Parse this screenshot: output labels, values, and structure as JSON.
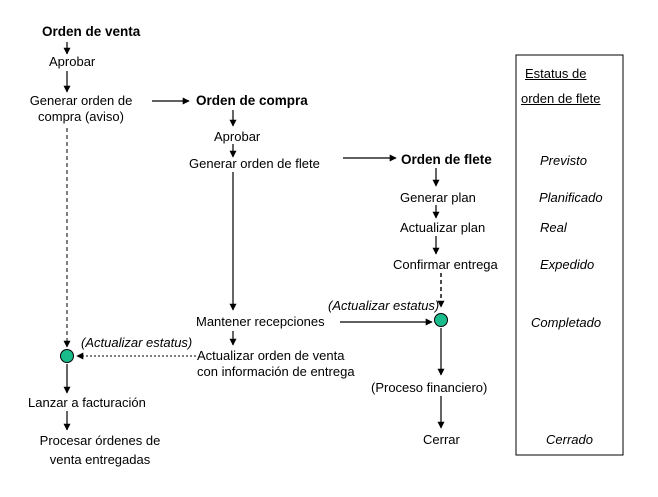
{
  "sales": {
    "title": "Orden de venta",
    "approve": "Aprobar",
    "generate_po_line1": "Generar orden de",
    "generate_po_line2": "compra (aviso)",
    "update_status": "(Actualizar estatus)",
    "invoice": "Lanzar a facturación",
    "process_line1": "Procesar órdenes de",
    "process_line2": "venta entregadas"
  },
  "purchase": {
    "title": "Orden de compra",
    "approve": "Aprobar",
    "generate_freight": "Generar orden de flete",
    "receipts": "Mantener recepciones",
    "update_so_line1": "Actualizar orden de venta",
    "update_so_line2": "con información de entrega"
  },
  "freight": {
    "title": "Orden de flete",
    "generate_plan": "Generar plan",
    "update_plan": "Actualizar plan",
    "confirm": "Confirmar entrega",
    "update_status": "(Actualizar estatus)",
    "financial": "(Proceso financiero)",
    "close": "Cerrar"
  },
  "status_panel": {
    "header_line1": "Estatus de",
    "header_line2": "orden de flete",
    "items": [
      "Previsto",
      "Planificado",
      "Real",
      "Expedido",
      "Completado",
      "Cerrado"
    ]
  },
  "colors": {
    "status_dot": "#1abc8c",
    "line": "#000000"
  }
}
